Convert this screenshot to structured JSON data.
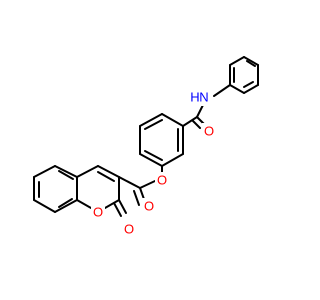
{
  "molecule": {
    "atom_labels": {
      "nh": "N",
      "h": "H",
      "amide_oxygen": "O",
      "ester_oxygen": "O",
      "carbonyl_oxygen": "O",
      "ring_oxygen": "O",
      "lactone_oxygen": "O"
    },
    "colors": {
      "oxygen": "#ff0000",
      "nitrogen": "#0000ff",
      "bond": "#000000",
      "background": "#ffffff"
    }
  }
}
